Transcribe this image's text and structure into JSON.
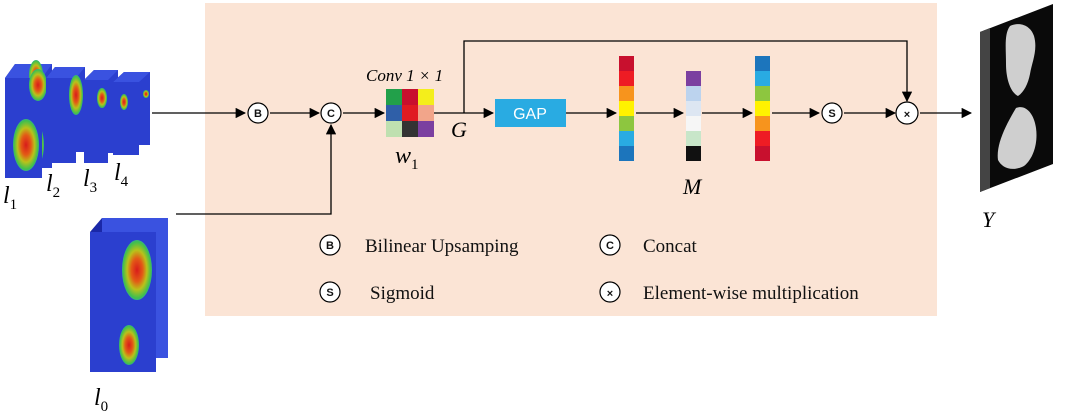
{
  "diagram": {
    "feature_labels": {
      "l1_base": "l",
      "l1_sub": "1",
      "l2_base": "l",
      "l2_sub": "2",
      "l3_base": "l",
      "l3_sub": "3",
      "l4_base": "l",
      "l4_sub": "4",
      "l0_base": "l",
      "l0_sub": "0"
    },
    "conv_label": "Conv 1 × 1",
    "w1_base": "w",
    "w1_sub": "1",
    "g_label": "G",
    "gap_label": "GAP",
    "m_label": "M",
    "y_label": "Y",
    "operators": {
      "bilinear_symbol": "B",
      "concat_symbol": "C",
      "sigmoid_symbol": "S",
      "multiply_symbol": "×"
    },
    "legend": {
      "bilinear": "Bilinear Upsamping",
      "concat": "Concat",
      "sigmoid": "Sigmoid",
      "multiply": "Element-wise multiplication"
    },
    "colors": {
      "background_panel": "#fbe4d5",
      "gap_box": "#29abe2",
      "feature_map": "#2b3fcf",
      "arrow": "#000000"
    }
  }
}
